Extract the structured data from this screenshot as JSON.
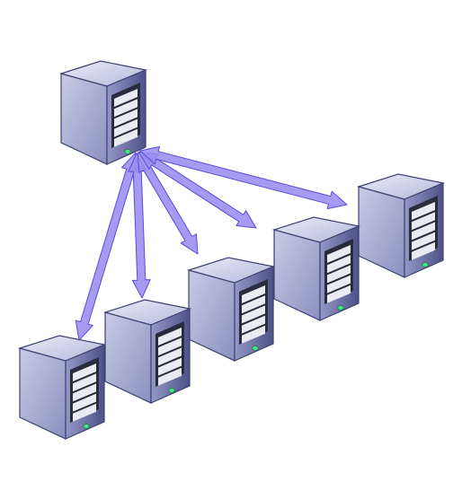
{
  "diagram": {
    "colors": {
      "background": "#ffffff",
      "arrow_fill": "#9a8cf0",
      "arrow_stroke": "#5b4bd6",
      "server_front_light": "#c9cbe6",
      "server_front_dark": "#8c8fbf",
      "server_side_light": "#9597c7",
      "server_side_dark": "#4e5187",
      "server_top_light": "#e9eaf6",
      "server_top_dark": "#b7b9dc",
      "server_outline": "#3f4270",
      "drive_bay_frame": "#2a2b3c",
      "drive_bay_slot": "#f4f4fb",
      "power_led": "#3fe87a"
    },
    "nodes": [
      {
        "id": "server-source",
        "icon": "server-tower-icon"
      },
      {
        "id": "server-target-1",
        "icon": "server-tower-icon"
      },
      {
        "id": "server-target-2",
        "icon": "server-tower-icon"
      },
      {
        "id": "server-target-3",
        "icon": "server-tower-icon"
      },
      {
        "id": "server-target-4",
        "icon": "server-tower-icon"
      },
      {
        "id": "server-target-5",
        "icon": "server-tower-icon"
      }
    ],
    "edges": [
      {
        "from": "server-source",
        "to": "server-target-1",
        "style": "double-headed-arrow"
      },
      {
        "from": "server-source",
        "to": "server-target-2",
        "style": "double-headed-arrow"
      },
      {
        "from": "server-source",
        "to": "server-target-3",
        "style": "double-headed-arrow"
      },
      {
        "from": "server-source",
        "to": "server-target-4",
        "style": "double-headed-arrow"
      },
      {
        "from": "server-source",
        "to": "server-target-5",
        "style": "double-headed-arrow"
      }
    ]
  }
}
